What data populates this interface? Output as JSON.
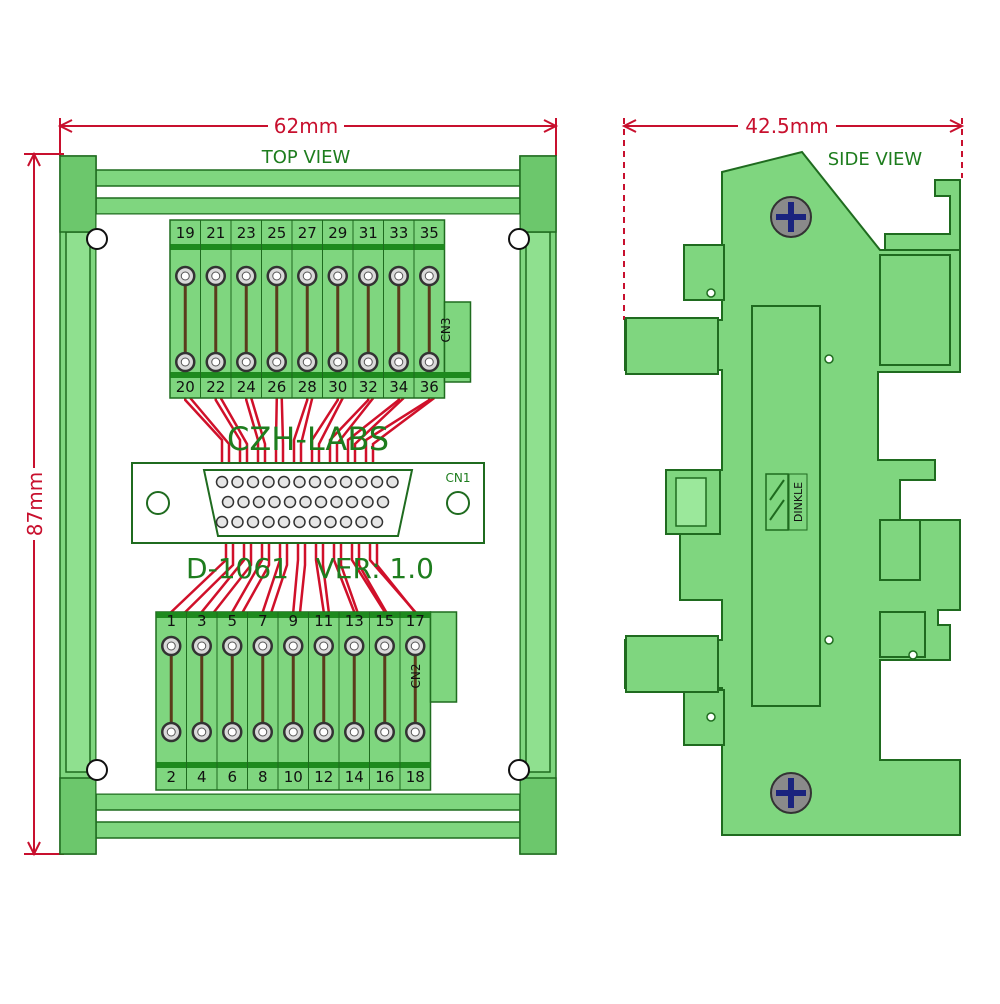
{
  "dimensions": {
    "width_top": "62mm",
    "height_top": "87mm",
    "width_side": "42.5mm"
  },
  "labels": {
    "top_view": "TOP VIEW",
    "side_view": "SIDE VIEW",
    "brand": "CZH-LABS",
    "model": "D-1061   VER: 1.0",
    "cn1": "CN1",
    "cn2": "CN2",
    "cn3": "CN3",
    "dinkle": "DINKLE"
  },
  "terminals": {
    "cn3_top_row": [
      "19",
      "21",
      "23",
      "25",
      "27",
      "29",
      "31",
      "33",
      "35"
    ],
    "cn3_bottom_row": [
      "20",
      "22",
      "24",
      "26",
      "28",
      "30",
      "32",
      "34",
      "36"
    ],
    "cn2_top_row": [
      "1",
      "3",
      "5",
      "7",
      "9",
      "11",
      "13",
      "15",
      "17"
    ],
    "cn2_bottom_row": [
      "2",
      "4",
      "6",
      "8",
      "10",
      "12",
      "14",
      "16",
      "18"
    ]
  },
  "colors": {
    "board_green": "#7fd67f",
    "dark_green": "#1e8a1e",
    "trace_red": "#d0102a",
    "dimension_red": "#c8102e",
    "screw_blue": "#1a237e",
    "screw_gray": "#8a8a8a"
  }
}
